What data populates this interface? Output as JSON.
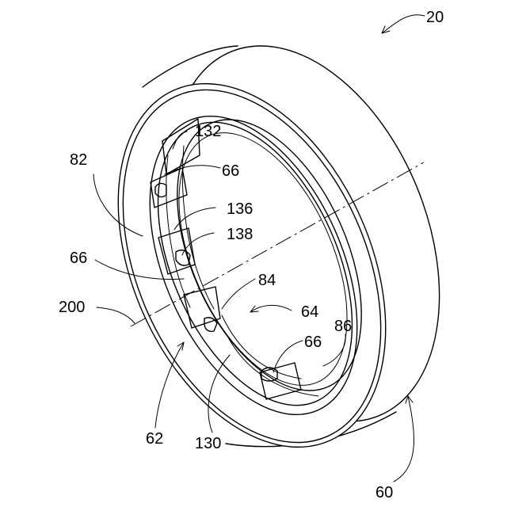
{
  "labels": {
    "l20": "20",
    "l132": "132",
    "l82": "82",
    "l66a": "66",
    "l136": "136",
    "l138": "138",
    "l66b": "66",
    "l84": "84",
    "l200": "200",
    "l64": "64",
    "l86": "86",
    "l66c": "66",
    "l62": "62",
    "l130": "130",
    "l60": "60"
  }
}
